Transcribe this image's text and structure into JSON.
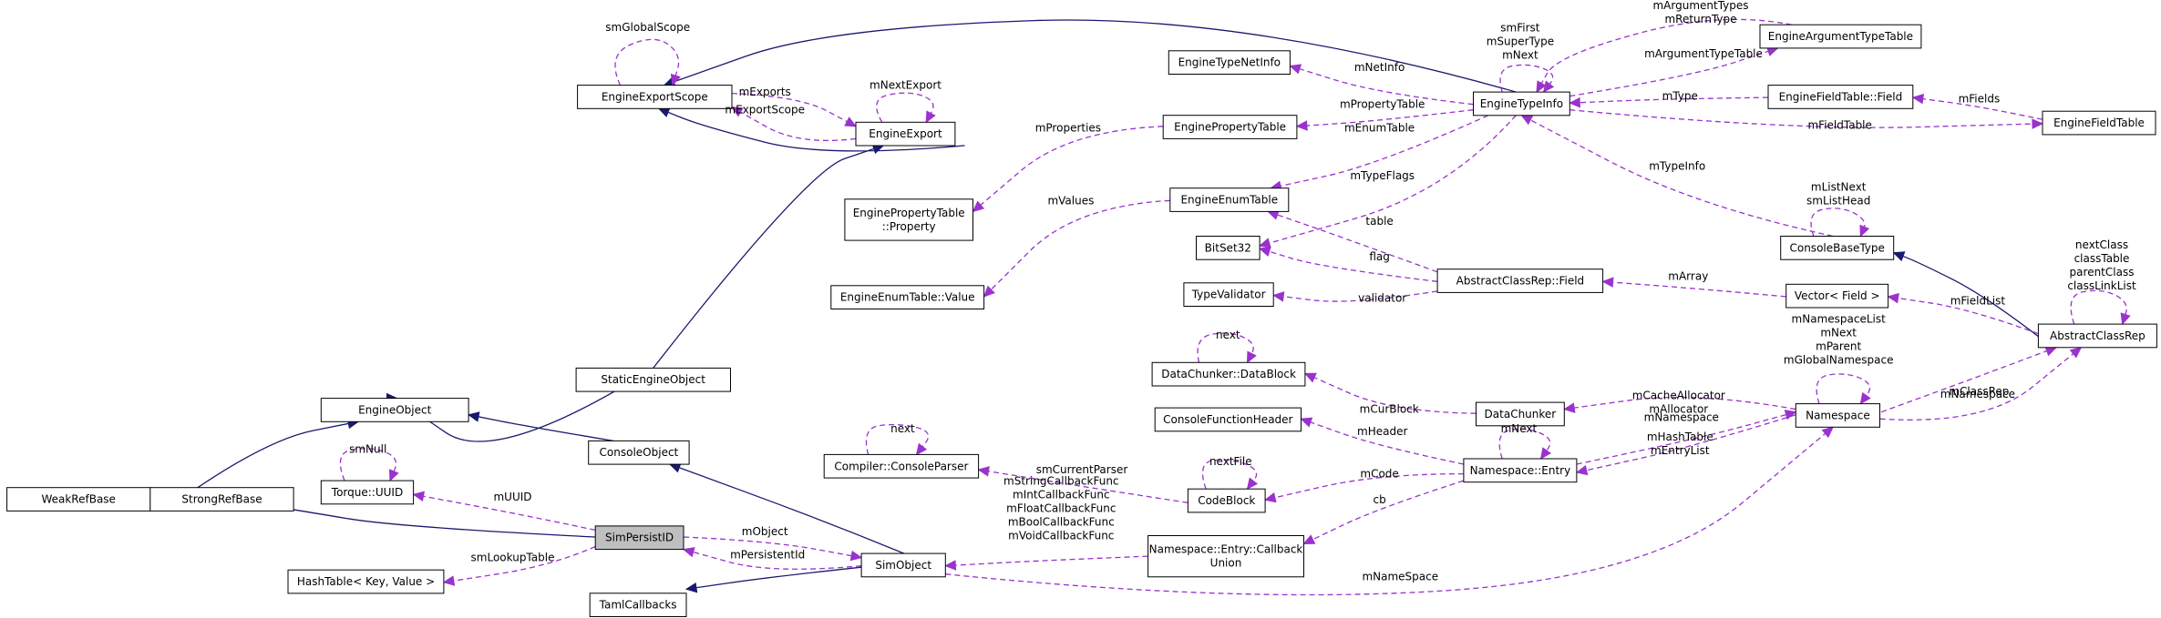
{
  "diagram": {
    "nodes": [
      {
        "id": "WeakRefBase",
        "label": [
          "WeakRefBase"
        ]
      },
      {
        "id": "StrongRefBase",
        "label": [
          "StrongRefBase"
        ]
      },
      {
        "id": "EngineObject",
        "label": [
          "EngineObject"
        ]
      },
      {
        "id": "StaticEngineObject",
        "label": [
          "StaticEngineObject"
        ]
      },
      {
        "id": "EngineExportScope",
        "label": [
          "EngineExportScope"
        ]
      },
      {
        "id": "EngineExport",
        "label": [
          "EngineExport"
        ]
      },
      {
        "id": "EnginePropertyTableProperty",
        "label": [
          "EnginePropertyTable",
          "::Property"
        ]
      },
      {
        "id": "EngineEnumTableValue",
        "label": [
          "EngineEnumTable::Value"
        ]
      },
      {
        "id": "ConsoleObject",
        "label": [
          "ConsoleObject"
        ]
      },
      {
        "id": "TorqueUUID",
        "label": [
          "Torque::UUID"
        ]
      },
      {
        "id": "SimPersistID",
        "label": [
          "SimPersistID"
        ],
        "highlight": true
      },
      {
        "id": "HashTable",
        "label": [
          "HashTable< Key, Value >"
        ]
      },
      {
        "id": "TamlCallbacks",
        "label": [
          "TamlCallbacks"
        ]
      },
      {
        "id": "SimObject",
        "label": [
          "SimObject"
        ]
      },
      {
        "id": "CompilerConsoleParser",
        "label": [
          "Compiler::ConsoleParser"
        ]
      },
      {
        "id": "CodeBlock",
        "label": [
          "CodeBlock"
        ]
      },
      {
        "id": "CallbackUnion",
        "label": [
          "Namespace::Entry::Callback",
          "Union"
        ]
      },
      {
        "id": "EngineTypeNetInfo",
        "label": [
          "EngineTypeNetInfo"
        ]
      },
      {
        "id": "EnginePropertyTable",
        "label": [
          "EnginePropertyTable"
        ]
      },
      {
        "id": "EngineEnumTable",
        "label": [
          "EngineEnumTable"
        ]
      },
      {
        "id": "BitSet32",
        "label": [
          "BitSet32"
        ]
      },
      {
        "id": "TypeValidator",
        "label": [
          "TypeValidator"
        ]
      },
      {
        "id": "DataBlock",
        "label": [
          "DataChunker::DataBlock"
        ]
      },
      {
        "id": "ConsoleFunctionHeader",
        "label": [
          "ConsoleFunctionHeader"
        ]
      },
      {
        "id": "EngineTypeInfo",
        "label": [
          "EngineTypeInfo"
        ]
      },
      {
        "id": "AbstractClassRepField",
        "label": [
          "AbstractClassRep::Field"
        ]
      },
      {
        "id": "DataChunker",
        "label": [
          "DataChunker"
        ]
      },
      {
        "id": "NamespaceEntry",
        "label": [
          "Namespace::Entry"
        ]
      },
      {
        "id": "EngineArgumentTypeTable",
        "label": [
          "EngineArgumentTypeTable"
        ]
      },
      {
        "id": "EngineFieldTableField",
        "label": [
          "EngineFieldTable::Field"
        ]
      },
      {
        "id": "ConsoleBaseType",
        "label": [
          "ConsoleBaseType"
        ]
      },
      {
        "id": "VectorField",
        "label": [
          "Vector< Field >"
        ]
      },
      {
        "id": "Namespace",
        "label": [
          "Namespace"
        ]
      },
      {
        "id": "EngineFieldTable",
        "label": [
          "EngineFieldTable"
        ]
      },
      {
        "id": "AbstractClassRep",
        "label": [
          "AbstractClassRep"
        ]
      }
    ],
    "edges": [
      {
        "id": "e1",
        "type": "inherit",
        "from": "StrongRefBase",
        "to": "WeakRefBase",
        "label": []
      },
      {
        "id": "e2",
        "type": "inherit",
        "from": "SimPersistID",
        "to": "StrongRefBase",
        "label": []
      },
      {
        "id": "e3",
        "type": "inherit",
        "from": "StrongRefBase",
        "to": "EngineObject",
        "label": []
      },
      {
        "id": "e4",
        "type": "inherit",
        "from": "EngineObject",
        "to": "StaticEngineObject",
        "label": []
      },
      {
        "id": "e5",
        "type": "inherit",
        "from": "StaticEngineObject",
        "to": "EngineExport",
        "label": []
      },
      {
        "id": "e6",
        "type": "inherit",
        "from": "EngineExport",
        "to": "EngineExportScope",
        "label": []
      },
      {
        "id": "e7",
        "type": "inherit",
        "from": "EngineTypeInfo",
        "to": "EngineExportScope",
        "label": []
      },
      {
        "id": "e8",
        "type": "inherit",
        "from": "ConsoleObject",
        "to": "EngineObject",
        "label": []
      },
      {
        "id": "e9",
        "type": "inherit",
        "from": "SimObject",
        "to": "ConsoleObject",
        "label": []
      },
      {
        "id": "e10",
        "type": "inherit",
        "from": "SimObject",
        "to": "TamlCallbacks",
        "label": []
      },
      {
        "id": "e11",
        "type": "inherit",
        "from": "AbstractClassRep",
        "to": "ConsoleBaseType",
        "label": []
      },
      {
        "id": "u1",
        "type": "use",
        "from": "EngineExportScope",
        "to": "EngineExportScope",
        "label": [
          "smGlobalScope"
        ]
      },
      {
        "id": "u2",
        "type": "use",
        "from": "EngineExportScope",
        "to": "EngineExport",
        "label": [
          "mExports"
        ]
      },
      {
        "id": "u3",
        "type": "use",
        "from": "EngineExport",
        "to": "EngineExportScope",
        "label": [
          "mExportScope"
        ]
      },
      {
        "id": "u4",
        "type": "use",
        "from": "EngineExport",
        "to": "EngineExport",
        "label": [
          "mNextExport"
        ]
      },
      {
        "id": "u5",
        "type": "use",
        "from": "EnginePropertyTable",
        "to": "EnginePropertyTableProperty",
        "label": [
          "mProperties"
        ]
      },
      {
        "id": "u6",
        "type": "use",
        "from": "EngineEnumTable",
        "to": "EngineEnumTableValue",
        "label": [
          "mValues"
        ]
      },
      {
        "id": "u7",
        "type": "use",
        "from": "SimPersistID",
        "to": "TorqueUUID",
        "label": [
          "mUUID"
        ]
      },
      {
        "id": "u8",
        "type": "use",
        "from": "TorqueUUID",
        "to": "TorqueUUID",
        "label": [
          "smNull"
        ]
      },
      {
        "id": "u9",
        "type": "use",
        "from": "SimPersistID",
        "to": "HashTable",
        "label": [
          "smLookupTable"
        ]
      },
      {
        "id": "u10",
        "type": "use",
        "from": "SimPersistID",
        "to": "SimObject",
        "label": [
          "mObject"
        ]
      },
      {
        "id": "u11",
        "type": "use",
        "from": "SimObject",
        "to": "SimPersistID",
        "label": [
          "mPersistentId"
        ]
      },
      {
        "id": "u12",
        "type": "use",
        "from": "CodeBlock",
        "to": "CompilerConsoleParser",
        "label": [
          "smCurrentParser"
        ]
      },
      {
        "id": "u13",
        "type": "use",
        "from": "CompilerConsoleParser",
        "to": "CompilerConsoleParser",
        "label": [
          "next"
        ]
      },
      {
        "id": "u14",
        "type": "use",
        "from": "CallbackUnion",
        "to": "SimObject",
        "label": [
          "mStringCallbackFunc",
          "mIntCallbackFunc",
          "mFloatCallbackFunc",
          "mBoolCallbackFunc",
          "mVoidCallbackFunc"
        ]
      },
      {
        "id": "u15",
        "type": "use",
        "from": "CodeBlock",
        "to": "CodeBlock",
        "label": [
          "nextFile"
        ]
      },
      {
        "id": "u16",
        "type": "use",
        "from": "NamespaceEntry",
        "to": "CodeBlock",
        "label": [
          "mCode"
        ]
      },
      {
        "id": "u17",
        "type": "use",
        "from": "NamespaceEntry",
        "to": "CallbackUnion",
        "label": [
          "cb"
        ]
      },
      {
        "id": "u18",
        "type": "use",
        "from": "NamespaceEntry",
        "to": "ConsoleFunctionHeader",
        "label": [
          "mHeader"
        ]
      },
      {
        "id": "u19",
        "type": "use",
        "from": "NamespaceEntry",
        "to": "NamespaceEntry",
        "label": [
          "mNext"
        ]
      },
      {
        "id": "u20",
        "type": "use",
        "from": "Namespace",
        "to": "NamespaceEntry",
        "label": [
          "mHashTable",
          "mEntryList"
        ]
      },
      {
        "id": "u21",
        "type": "use",
        "from": "NamespaceEntry",
        "to": "Namespace",
        "label": [
          "mNamespace"
        ]
      },
      {
        "id": "u22",
        "type": "use",
        "from": "SimObject",
        "to": "Namespace",
        "label": [
          "mNameSpace"
        ]
      },
      {
        "id": "u23",
        "type": "use",
        "from": "Namespace",
        "to": "Namespace",
        "label": [
          "mNamespaceList",
          "mNext",
          "mParent",
          "mGlobalNamespace"
        ]
      },
      {
        "id": "u24",
        "type": "use",
        "from": "Namespace",
        "to": "DataChunker",
        "label": [
          "mCacheAllocator",
          "mAllocator"
        ]
      },
      {
        "id": "u25",
        "type": "use",
        "from": "DataChunker",
        "to": "DataBlock",
        "label": [
          "mCurBlock"
        ]
      },
      {
        "id": "u26",
        "type": "use",
        "from": "DataBlock",
        "to": "DataBlock",
        "label": [
          "next"
        ]
      },
      {
        "id": "u27",
        "type": "use",
        "from": "AbstractClassRepField",
        "to": "BitSet32",
        "label": [
          "flag"
        ]
      },
      {
        "id": "u28",
        "type": "use",
        "from": "AbstractClassRepField",
        "to": "EngineEnumTable",
        "label": [
          "table"
        ]
      },
      {
        "id": "u29",
        "type": "use",
        "from": "AbstractClassRepField",
        "to": "TypeValidator",
        "label": [
          "validator"
        ]
      },
      {
        "id": "u30",
        "type": "use",
        "from": "VectorField",
        "to": "AbstractClassRepField",
        "label": [
          "mArray"
        ]
      },
      {
        "id": "u31",
        "type": "use",
        "from": "AbstractClassRep",
        "to": "VectorField",
        "label": [
          "mFieldList"
        ]
      },
      {
        "id": "u32",
        "type": "use",
        "from": "AbstractClassRep",
        "to": "Namespace",
        "label": [
          "mClassRep"
        ]
      },
      {
        "id": "u33",
        "type": "use",
        "from": "Namespace",
        "to": "AbstractClassRep",
        "label": [
          "mNamespace"
        ]
      },
      {
        "id": "u34",
        "type": "use",
        "from": "AbstractClassRep",
        "to": "AbstractClassRep",
        "label": [
          "nextClass",
          "classTable",
          "parentClass",
          "classLinkList"
        ]
      },
      {
        "id": "u35",
        "type": "use",
        "from": "ConsoleBaseType",
        "to": "ConsoleBaseType",
        "label": [
          "mListNext",
          "smListHead"
        ]
      },
      {
        "id": "u36",
        "type": "use",
        "from": "ConsoleBaseType",
        "to": "EngineTypeInfo",
        "label": [
          "mTypeInfo"
        ]
      },
      {
        "id": "u37",
        "type": "use",
        "from": "EngineTypeInfo",
        "to": "EngineTypeNetInfo",
        "label": [
          "mNetInfo"
        ]
      },
      {
        "id": "u38",
        "type": "use",
        "from": "EngineTypeInfo",
        "to": "EnginePropertyTable",
        "label": [
          "mPropertyTable"
        ]
      },
      {
        "id": "u39",
        "type": "use",
        "from": "EngineTypeInfo",
        "to": "EngineEnumTable",
        "label": [
          "mEnumTable"
        ]
      },
      {
        "id": "u40",
        "type": "use",
        "from": "EngineTypeInfo",
        "to": "BitSet32",
        "label": [
          "mTypeFlags"
        ]
      },
      {
        "id": "u41",
        "type": "use",
        "from": "EngineTypeInfo",
        "to": "EngineTypeInfo",
        "label": [
          "smFirst",
          "mSuperType",
          "mNext"
        ]
      },
      {
        "id": "u42",
        "type": "use",
        "from": "EngineArgumentTypeTable",
        "to": "EngineTypeInfo",
        "label": [
          "mArgumentTypes",
          "mReturnType"
        ]
      },
      {
        "id": "u43",
        "type": "use",
        "from": "EngineTypeInfo",
        "to": "EngineArgumentTypeTable",
        "label": [
          "mArgumentTypeTable"
        ]
      },
      {
        "id": "u44",
        "type": "use",
        "from": "EngineFieldTableField",
        "to": "EngineTypeInfo",
        "label": [
          "mType"
        ]
      },
      {
        "id": "u45",
        "type": "use",
        "from": "EngineFieldTable",
        "to": "EngineFieldTableField",
        "label": [
          "mFields"
        ]
      },
      {
        "id": "u46",
        "type": "use",
        "from": "EngineTypeInfo",
        "to": "EngineFieldTable",
        "label": [
          "mFieldTable"
        ]
      }
    ]
  }
}
